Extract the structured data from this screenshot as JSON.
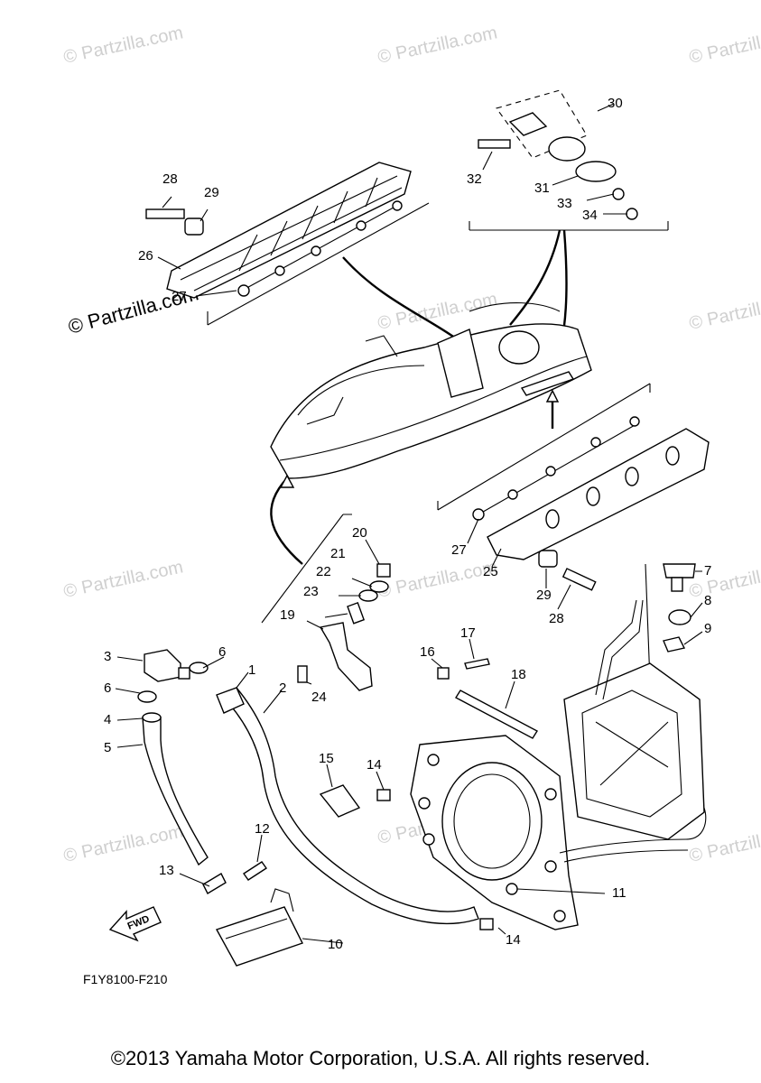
{
  "diagram": {
    "part_labels": [
      "1",
      "2",
      "3",
      "4",
      "5",
      "6",
      "6",
      "7",
      "8",
      "9",
      "10",
      "11",
      "12",
      "13",
      "14",
      "14",
      "15",
      "16",
      "17",
      "18",
      "19",
      "20",
      "21",
      "22",
      "23",
      "24",
      "25",
      "26",
      "27",
      "27",
      "28",
      "28",
      "29",
      "29",
      "30",
      "31",
      "32",
      "33",
      "34"
    ],
    "diagram_code": "F1Y8100-F210",
    "fwd_arrow_label": "FWD",
    "watermarks": [
      "© Partzilla.com",
      "© Partzilla.com"
    ]
  },
  "footer": {
    "copyright": "©2013 Yamaha Motor Corporation, U.S.A. All rights reserved."
  }
}
